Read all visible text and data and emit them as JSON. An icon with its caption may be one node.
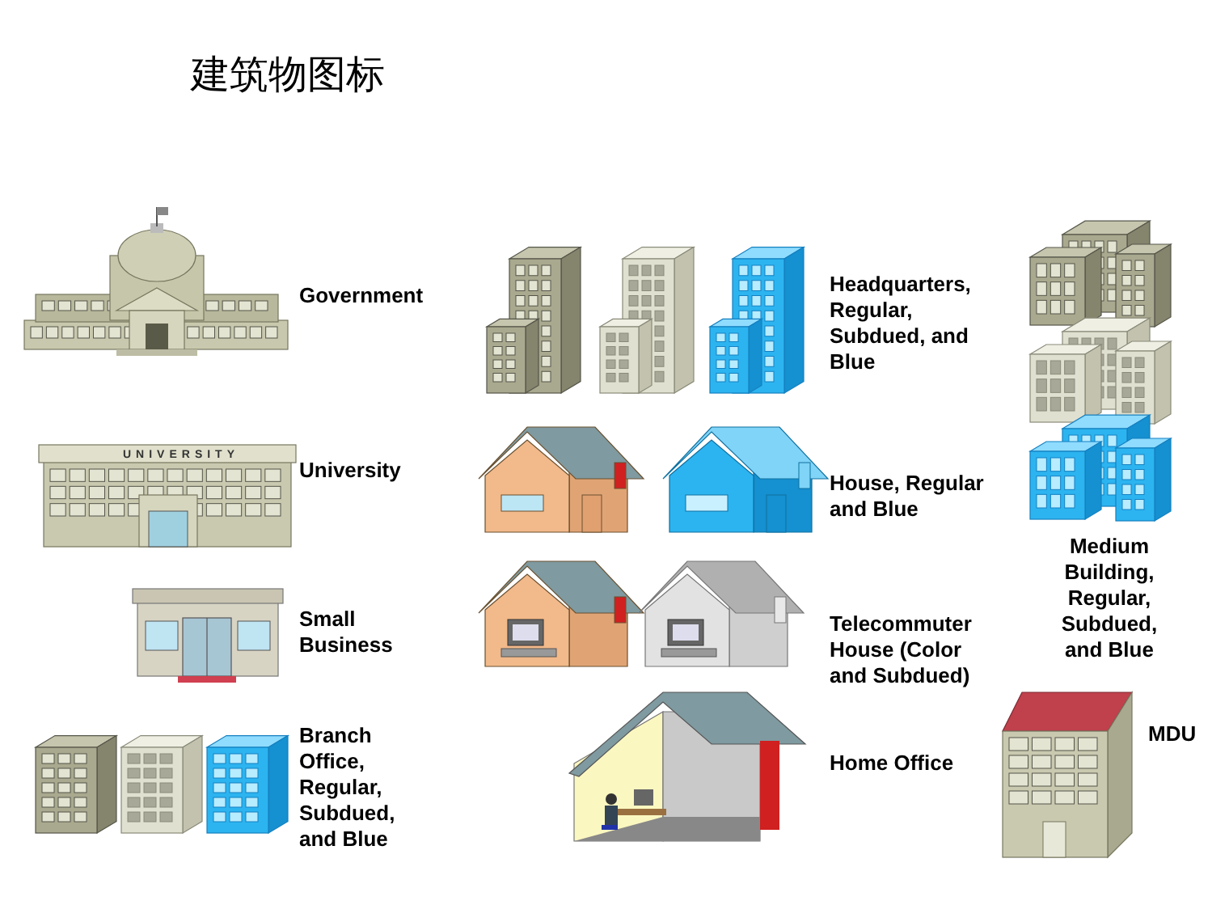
{
  "diagram": {
    "title": "建筑物图标",
    "labels": [
      "Government",
      "Headquarters, Regular, Subdued, and Blue",
      "UNIVERSITY",
      "University",
      "House, Regular and Blue",
      "Medium Building, Regular, Subdued, and Blue",
      "Small Business",
      "Telecommuter House (Color and Subdued)",
      "Branch Office, Regular, Subdued, and Blue",
      "Home Office",
      "MDU"
    ]
  }
}
